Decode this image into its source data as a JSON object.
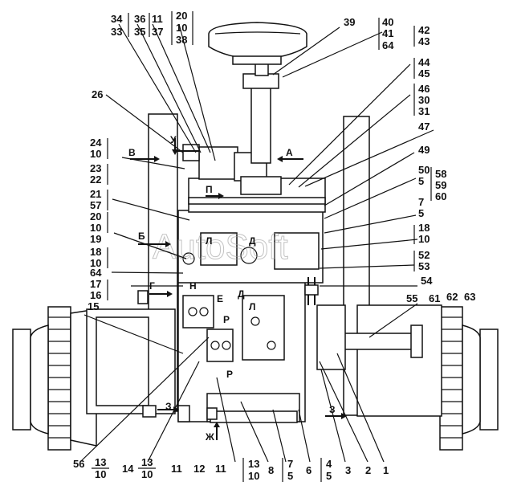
{
  "watermark": "AutoSoft",
  "colors": {
    "ink": "#111111",
    "paper": "#ffffff",
    "watermark": "#9a9a9a"
  },
  "callouts": [
    {
      "text": "34"
    },
    {
      "text": "33"
    },
    {
      "text": "36"
    },
    {
      "text": "35"
    },
    {
      "text": "11"
    },
    {
      "text": "37"
    },
    {
      "text": "20"
    },
    {
      "text": "10"
    },
    {
      "text": "38"
    },
    {
      "text": "39"
    },
    {
      "text": "40"
    },
    {
      "text": "41"
    },
    {
      "text": "64"
    },
    {
      "text": "42"
    },
    {
      "text": "43"
    },
    {
      "text": "44"
    },
    {
      "text": "45"
    },
    {
      "text": "46"
    },
    {
      "text": "30"
    },
    {
      "text": "31"
    },
    {
      "text": "47"
    },
    {
      "text": "26"
    },
    {
      "text": "49"
    },
    {
      "text": "24"
    },
    {
      "text": "10"
    },
    {
      "text": "23"
    },
    {
      "text": "22"
    },
    {
      "text": "50"
    },
    {
      "text": "5"
    },
    {
      "text": "58"
    },
    {
      "text": "59"
    },
    {
      "text": "60"
    },
    {
      "text": "21"
    },
    {
      "text": "57"
    },
    {
      "text": "7"
    },
    {
      "text": "5"
    },
    {
      "text": "20"
    },
    {
      "text": "10"
    },
    {
      "text": "19"
    },
    {
      "text": "18"
    },
    {
      "text": "10"
    },
    {
      "text": "18"
    },
    {
      "text": "10"
    },
    {
      "text": "52"
    },
    {
      "text": "53"
    },
    {
      "text": "64"
    },
    {
      "text": "17"
    },
    {
      "text": "16"
    },
    {
      "text": "54"
    },
    {
      "text": "15"
    },
    {
      "text": "55"
    },
    {
      "text": "61"
    },
    {
      "text": "62"
    },
    {
      "text": "63"
    },
    {
      "text": "56"
    },
    {
      "text": "13"
    },
    {
      "text": "10"
    },
    {
      "text": "14"
    },
    {
      "text": "13"
    },
    {
      "text": "10"
    },
    {
      "text": "11"
    },
    {
      "text": "12"
    },
    {
      "text": "11"
    },
    {
      "text": "13"
    },
    {
      "text": "10"
    },
    {
      "text": "8"
    },
    {
      "text": "7"
    },
    {
      "text": "5"
    },
    {
      "text": "6"
    },
    {
      "text": "4"
    },
    {
      "text": "5"
    },
    {
      "text": "3"
    },
    {
      "text": "2"
    },
    {
      "text": "1"
    }
  ],
  "view_letters": [
    {
      "text": "У"
    },
    {
      "text": "В"
    },
    {
      "text": "А"
    },
    {
      "text": "П"
    },
    {
      "text": "Б"
    },
    {
      "text": "Г"
    },
    {
      "text": "Н"
    },
    {
      "text": "Е"
    },
    {
      "text": "Д"
    },
    {
      "text": "Л"
    },
    {
      "text": "Р"
    },
    {
      "text": "Р"
    },
    {
      "text": "З"
    },
    {
      "text": "З"
    },
    {
      "text": "Ж"
    },
    {
      "text": "Д"
    },
    {
      "text": "Л"
    }
  ]
}
